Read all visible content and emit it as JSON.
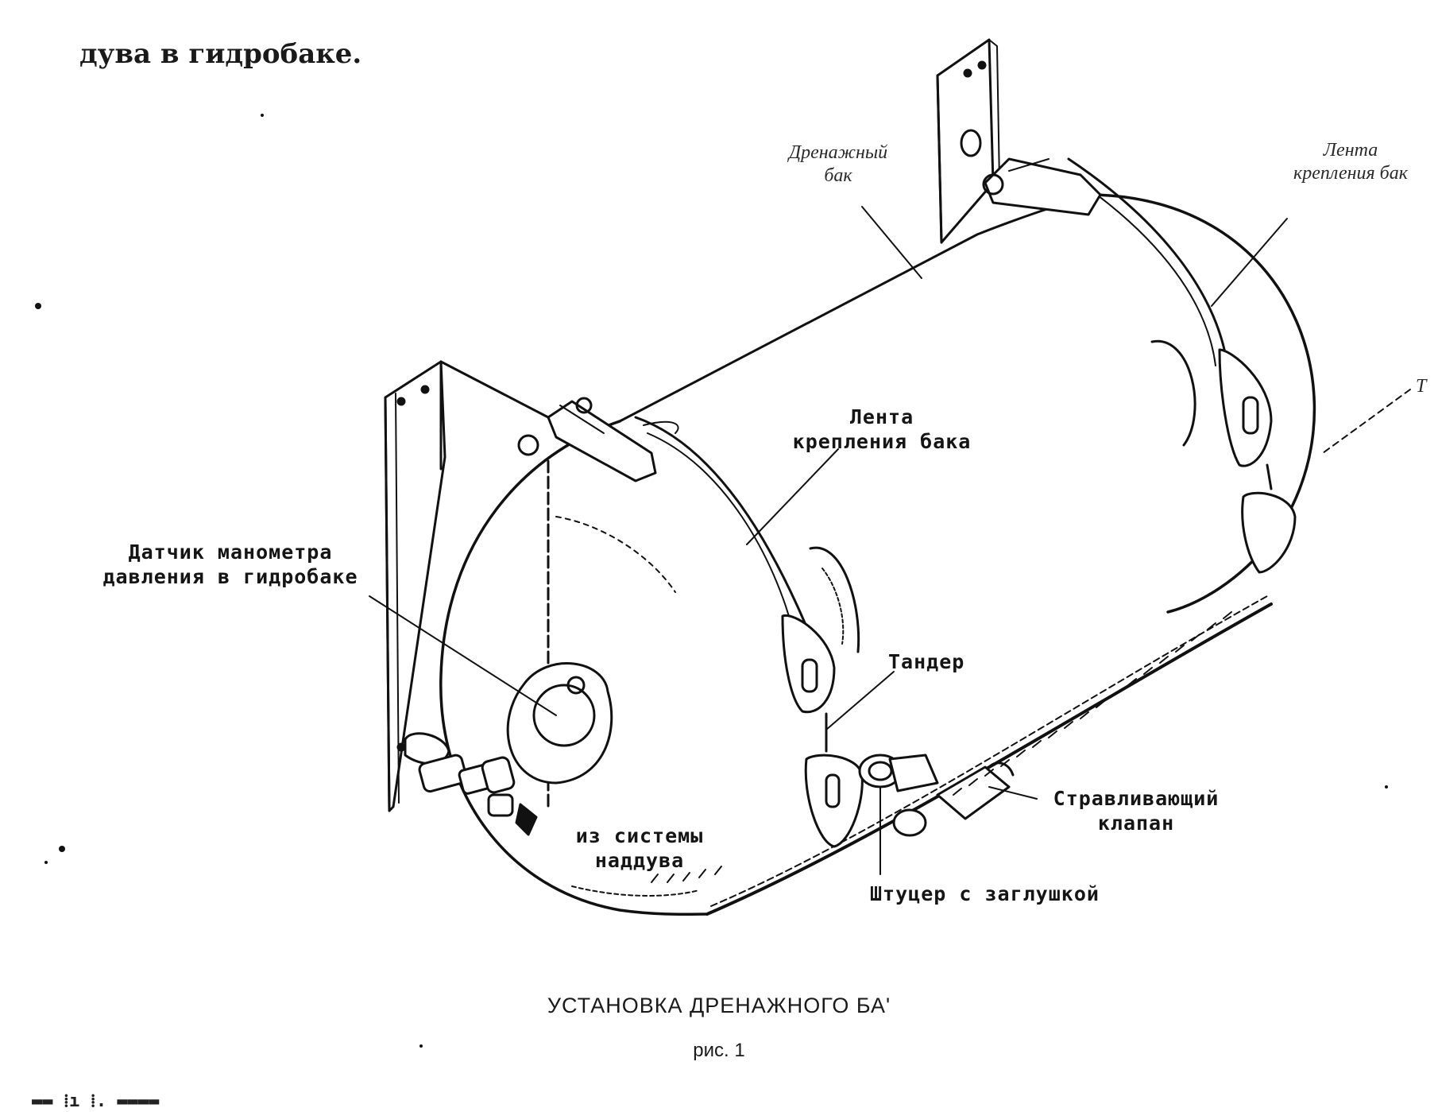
{
  "page": {
    "intro_text": "дува в гидробаке.",
    "footer_text": "▬▬ ⁞ı ⁞. ▬▬▬▬"
  },
  "labels": {
    "drain_tank": "Дренажный\nбак",
    "band_right": "Лента\nкрепления бак",
    "band_left": "Лента\nкрепления бака",
    "pressure_sensor": "Датчик манометра\nдавления в гидробаке",
    "tander": "Тандер",
    "relief_valve": "Стравливающий\nклапан",
    "from_system": "из системы\nнаддува",
    "fitting": "Штуцер с заглушкой",
    "right_edge": "Т"
  },
  "caption": {
    "title": "УСТАНОВКА ДРЕНАЖНОГО БА'",
    "figure": "рис. 1"
  }
}
